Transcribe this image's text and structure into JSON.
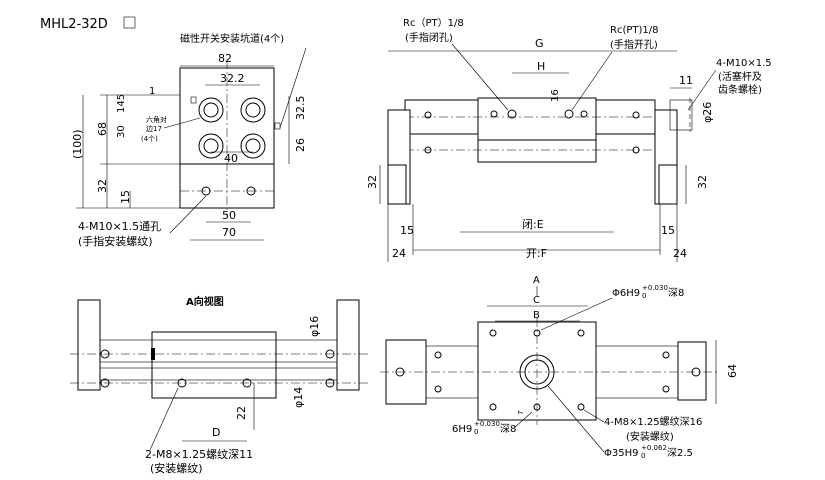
{
  "model": "MHL2-32D",
  "front_view": {
    "note_sensor_groove": "磁性开关安装坑道(4个)",
    "dim_82": "82",
    "dim_32_2": "32.2",
    "dim_1": "1",
    "dim_145": "145",
    "dim_30": "30",
    "note_hex": "六角对",
    "note_hex2": "边17",
    "note_hex3": "(4个)",
    "dim_40": "40",
    "dim_32_5": "32.5",
    "dim_26": "26",
    "dim_68": "68",
    "dim_100": "(100)",
    "dim_32": "32",
    "dim_15": "15",
    "dim_50": "50",
    "dim_70": "70",
    "note_thread": "4-M10×1.5通孔",
    "note_thread2": "(手指安装螺纹)"
  },
  "side_view": {
    "port_close": "Rc（PT）1/8",
    "port_close_note": "(手指闭孔)",
    "port_open": "Rc(PT)1/8",
    "port_open_note": "(手指开孔)",
    "dim_G": "G",
    "dim_H": "H",
    "dim_16": "16",
    "dim_11": "11",
    "note_m10": "4-M10×1.5",
    "note_m10_2": "(活塞杆及",
    "note_m10_3": "齿条螺栓)",
    "dim_phi26": "φ26",
    "dim_32_left": "32",
    "dim_32_right": "32",
    "dim_15_left": "15",
    "dim_15_right": "15",
    "dim_24_left": "24",
    "dim_24_right": "24",
    "close_E": "闭:E",
    "open_F": "开:F"
  },
  "view_a": {
    "title": "A向视图",
    "dim_phi16": "φ16",
    "dim_phi14": "φ14",
    "dim_22": "22",
    "dim_D": "D",
    "note_m8": "2-M8×1.25螺纹深11",
    "note_m8_2": "(安装螺纹)"
  },
  "bottom_view": {
    "label_A": "A",
    "label_C": "C",
    "label_B": "B",
    "note_6h9": "Φ6H9",
    "note_6h9_tol": "+0.030",
    "note_6h9_tol0": "0",
    "note_6h9_depth": "深8",
    "dim_64": "64",
    "dim_7": "7",
    "note_6h9_b": "6H9",
    "note_6h9_b_tol": "+0.030",
    "note_6h9_b_tol0": "0",
    "note_6h9_b_depth": "深8",
    "note_m8": "4-M8×1.25螺纹深16",
    "note_m8_2": "(安装螺纹)",
    "note_35": "Φ35H9",
    "note_35_tol": "+0.062",
    "note_35_tol0": "0",
    "note_35_depth": "深2.5"
  }
}
